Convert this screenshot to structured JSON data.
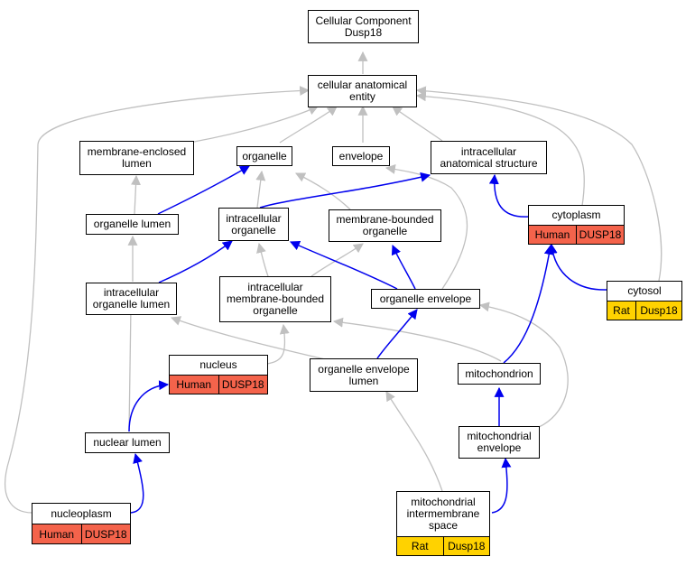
{
  "colors": {
    "is_a_edge": "#c0c0c0",
    "part_of_edge": "#0000ee",
    "human_tag": "#f4634b",
    "rat_tag": "#ffd200"
  },
  "nodes": {
    "root": "Cellular Component\nDusp18",
    "anatomical": "cellular anatomical\nentity",
    "mem_lumen": "membrane-enclosed\nlumen",
    "organelle": "organelle",
    "envelope": "envelope",
    "intra_struct": "intracellular\nanatomical structure",
    "org_lumen": "organelle lumen",
    "intra_org": "intracellular\norganelle",
    "mem_bounded": "membrane-bounded\norganelle",
    "intra_org_lumen": "intracellular\norganelle lumen",
    "intra_mem_bounded": "intracellular\nmembrane-bounded\norganelle",
    "org_envelope": "organelle envelope",
    "org_env_lumen": "organelle envelope\nlumen",
    "mitochondrion": "mitochondrion",
    "nuclear_lumen": "nuclear lumen",
    "mito_envelope": "mitochondrial\nenvelope"
  },
  "gene_nodes": {
    "cytoplasm": {
      "label": "cytoplasm",
      "species": "Human",
      "gene": "DUSP18"
    },
    "cytosol": {
      "label": "cytosol",
      "species": "Rat",
      "gene": "Dusp18"
    },
    "nucleus": {
      "label": "nucleus",
      "species": "Human",
      "gene": "DUSP18"
    },
    "nucleoplasm": {
      "label": "nucleoplasm",
      "species": "Human",
      "gene": "DUSP18"
    },
    "mito_ims": {
      "label": "mitochondrial\nintermembrane\nspace",
      "species": "Rat",
      "gene": "Dusp18"
    }
  }
}
